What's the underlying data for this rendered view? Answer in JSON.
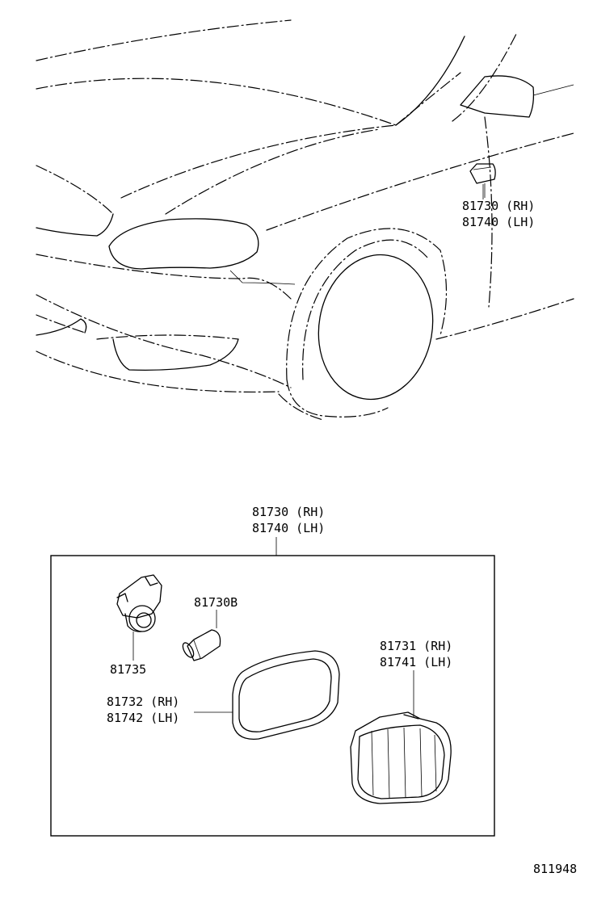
{
  "diagram_id": "811948",
  "vehicle_view": {
    "callout_parts": [
      "81730 (RH)",
      "81740 (LH)"
    ]
  },
  "assembly": {
    "parts": [
      "81730 (RH)",
      "81740 (LH)"
    ],
    "components": [
      {
        "name": "socket",
        "labels": [
          "81735"
        ]
      },
      {
        "name": "bulb",
        "labels": [
          "81730B"
        ]
      },
      {
        "name": "gasket",
        "labels": [
          "81732 (RH)",
          "81742 (LH)"
        ]
      },
      {
        "name": "lens",
        "labels": [
          "81731 (RH)",
          "81741 (LH)"
        ]
      }
    ]
  }
}
